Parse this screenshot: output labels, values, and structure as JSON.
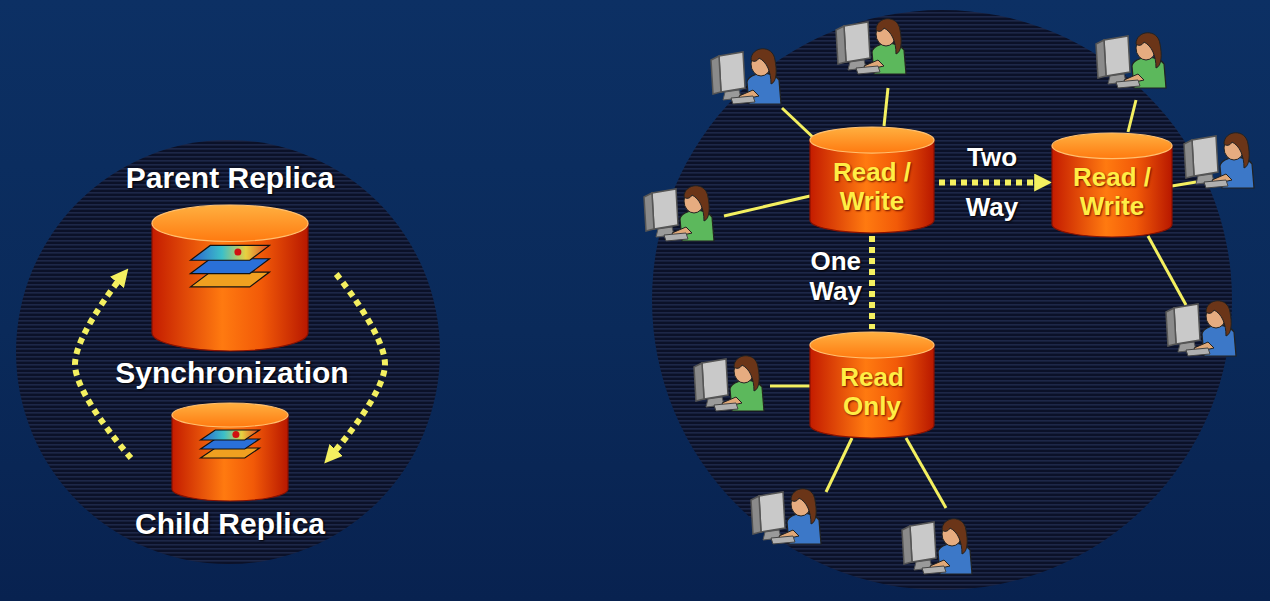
{
  "diagram": {
    "nodes": [
      {
        "text": [
          "Parent Replica"
        ]
      },
      {
        "text": [
          "Child Replica"
        ]
      },
      {
        "text": [
          "Read / Write"
        ]
      },
      {
        "text": [
          "Read / Write"
        ]
      },
      {
        "text": [
          "Read Only"
        ]
      }
    ],
    "edges": [
      {
        "from": 0,
        "to": 1,
        "arrow": "to"
      },
      {
        "from": 1,
        "to": 0,
        "arrow": "to"
      },
      {
        "from": 2,
        "to": 3,
        "label": "Two Way",
        "arrow": "to"
      },
      {
        "from": 2,
        "to": 4,
        "label": "One Way",
        "arrow": "none"
      }
    ],
    "labels": [
      "Synchronization"
    ]
  }
}
